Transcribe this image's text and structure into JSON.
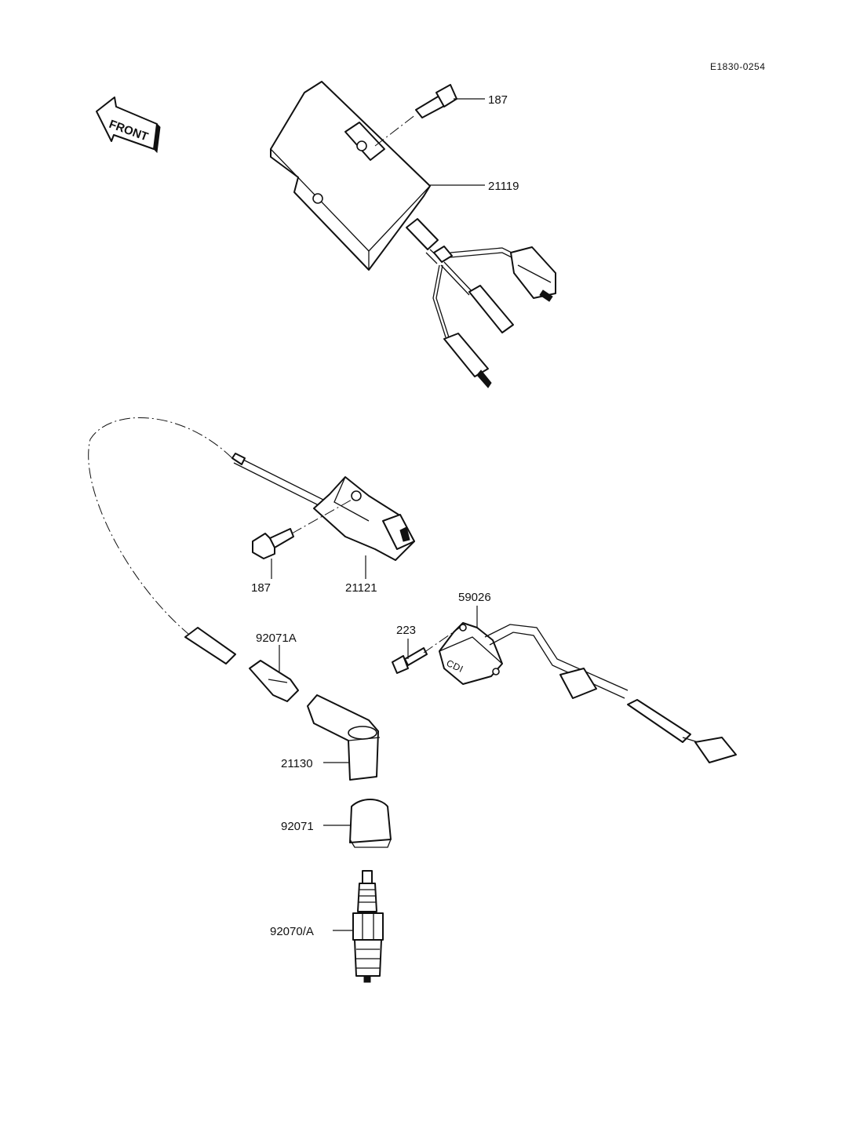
{
  "diagram_code": "E1830-0254",
  "front_label": "FRONT",
  "cdi_mark": "CDI",
  "callouts": {
    "bolt_top": "187",
    "cdi_unit": "21119",
    "bolt_coil": "187",
    "ignition_coil": "21121",
    "pickup_coil": "59026",
    "screw": "223",
    "cap_seal": "92071A",
    "plug_cap": "21130",
    "plug_boot": "92071",
    "spark_plug": "92070/A"
  }
}
